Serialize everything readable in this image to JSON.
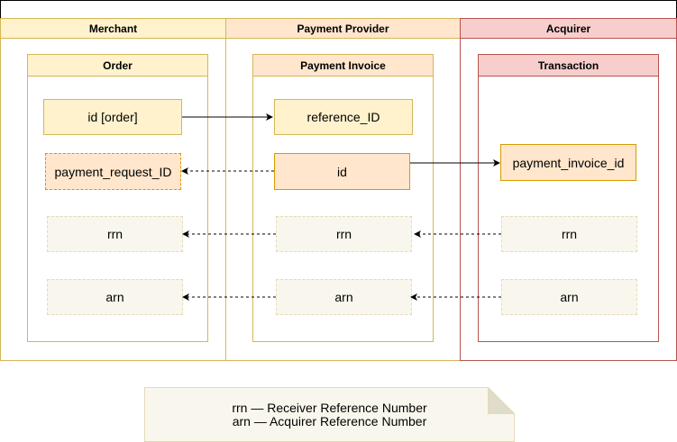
{
  "lanes": {
    "merchant": "Merchant",
    "provider": "Payment Provider",
    "acquirer": "Acquirer"
  },
  "entities": {
    "order": {
      "title": "Order",
      "fields": [
        "id [order]",
        "payment_request_ID",
        "rrn",
        "arn"
      ]
    },
    "payment_invoice": {
      "title": "Payment Invoice",
      "fields": [
        "reference_ID",
        "id",
        "rrn",
        "arn"
      ]
    },
    "transaction": {
      "title": "Transaction",
      "fields": [
        "payment_invoice_id",
        "rrn",
        "arn"
      ]
    }
  },
  "note": {
    "line1": "rrn — Receiver Reference Number",
    "line2": "arn — Acquirer Reference Number"
  },
  "colors": {
    "yellow_fill": "#fff2cc",
    "yellow_stroke": "#d6b656",
    "orange_fill": "#ffe6cc",
    "orange_stroke": "#d79b00",
    "red_fill": "#f8cecc",
    "red_stroke": "#b85450",
    "note_fill": "#f9f7ed",
    "note_stroke": "#e6d9b8"
  }
}
